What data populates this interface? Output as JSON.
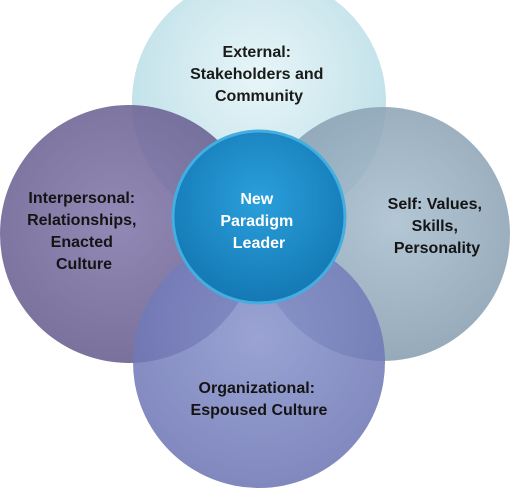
{
  "diagram": {
    "center": {
      "lines": [
        "New",
        "Paradigm",
        "Leader"
      ],
      "fill": "#1b8cc8",
      "stroke": "#3fa6d8",
      "text_color": "#ffffff"
    },
    "circles": {
      "top": {
        "lines": [
          "External:",
          "Stakeholders and",
          "Community"
        ],
        "fill": "#cdeaf0",
        "text_color": "#1a1a1a"
      },
      "left": {
        "lines": [
          "Interpersonal:",
          "Relationships,",
          "Enacted",
          "Culture"
        ],
        "fill": "#766c9e",
        "text_color": "#141414"
      },
      "right": {
        "lines": [
          "Self: Values,",
          "Skills,",
          "Personality"
        ],
        "fill": "#96aec0",
        "text_color": "#141414"
      },
      "bottom": {
        "lines": [
          "Organizational:",
          "Espoused Culture"
        ],
        "fill": "#7c86c2",
        "text_color": "#141414"
      }
    }
  }
}
